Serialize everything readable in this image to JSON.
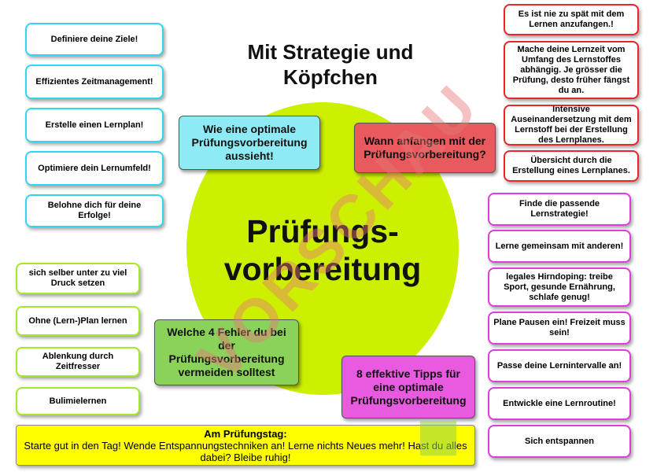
{
  "title": "Mit Strategie und Köpfchen",
  "center": "Prüfungs-vorbereitung",
  "categories": [
    {
      "label": "Wie eine optimale Prüfungsvorbereitung aussieht!"
    },
    {
      "label": "Wann anfangen mit der Prüfungsvorbereitung?"
    },
    {
      "label": "Welche 4 Fehler du bei der Prüfungsvorbereitung vermeiden solltest"
    },
    {
      "label": "8 effektive Tipps für eine optimale Prüfungsvorbereitung"
    }
  ],
  "ideal_items": [
    "Definiere deine Ziele!",
    "Effizientes Zeitmanagement!",
    "Erstelle einen Lernplan!",
    "Optimiere dein Lernumfeld!",
    "Belohne dich für deine Erfolge!"
  ],
  "when_items": [
    "Es ist nie zu spät mit dem Lernen anzufangen.!",
    "Mache deine Lernzeit vom Umfang des Lernstoffes abhängig. Je grösser die Prüfung, desto früher fängst du an.",
    "Intensive Auseinandersetzung mit dem Lernstoff bei der Erstellung des Lernplanes.",
    "Übersicht durch die Erstellung eines Lernplanes."
  ],
  "mistakes_items": [
    "sich selber unter zu viel Druck setzen",
    "Ohne (Lern-)Plan lernen",
    "Ablenkung durch Zeitfresser",
    "Bulimielernen"
  ],
  "tips_items": [
    "Finde die passende Lernstrategie!",
    "Lerne gemeinsam mit anderen!",
    "legales Hirndoping: treibe Sport, gesunde Ernährung, schlafe genug!",
    "Plane Pausen ein! Freizeit muss sein!",
    "Passe deine Lernintervalle an!",
    "Entwickle eine Lernroutine!",
    "Sich entspannen"
  ],
  "exam_day": {
    "title": "Am Prüfungstag:",
    "text": "Starte gut in den Tag! Wende Entspannungstechniken an! Lerne nichts Neues mehr! Hast du alles dabei? Bleibe ruhig!"
  },
  "watermark": "VORSCHAU",
  "colors": {
    "circle": "#ccf000",
    "cyan": "#33d6f0",
    "red": "#e8262b",
    "lime": "#a6e82a",
    "magenta": "#e53ae0",
    "yellow": "#ffff00"
  }
}
